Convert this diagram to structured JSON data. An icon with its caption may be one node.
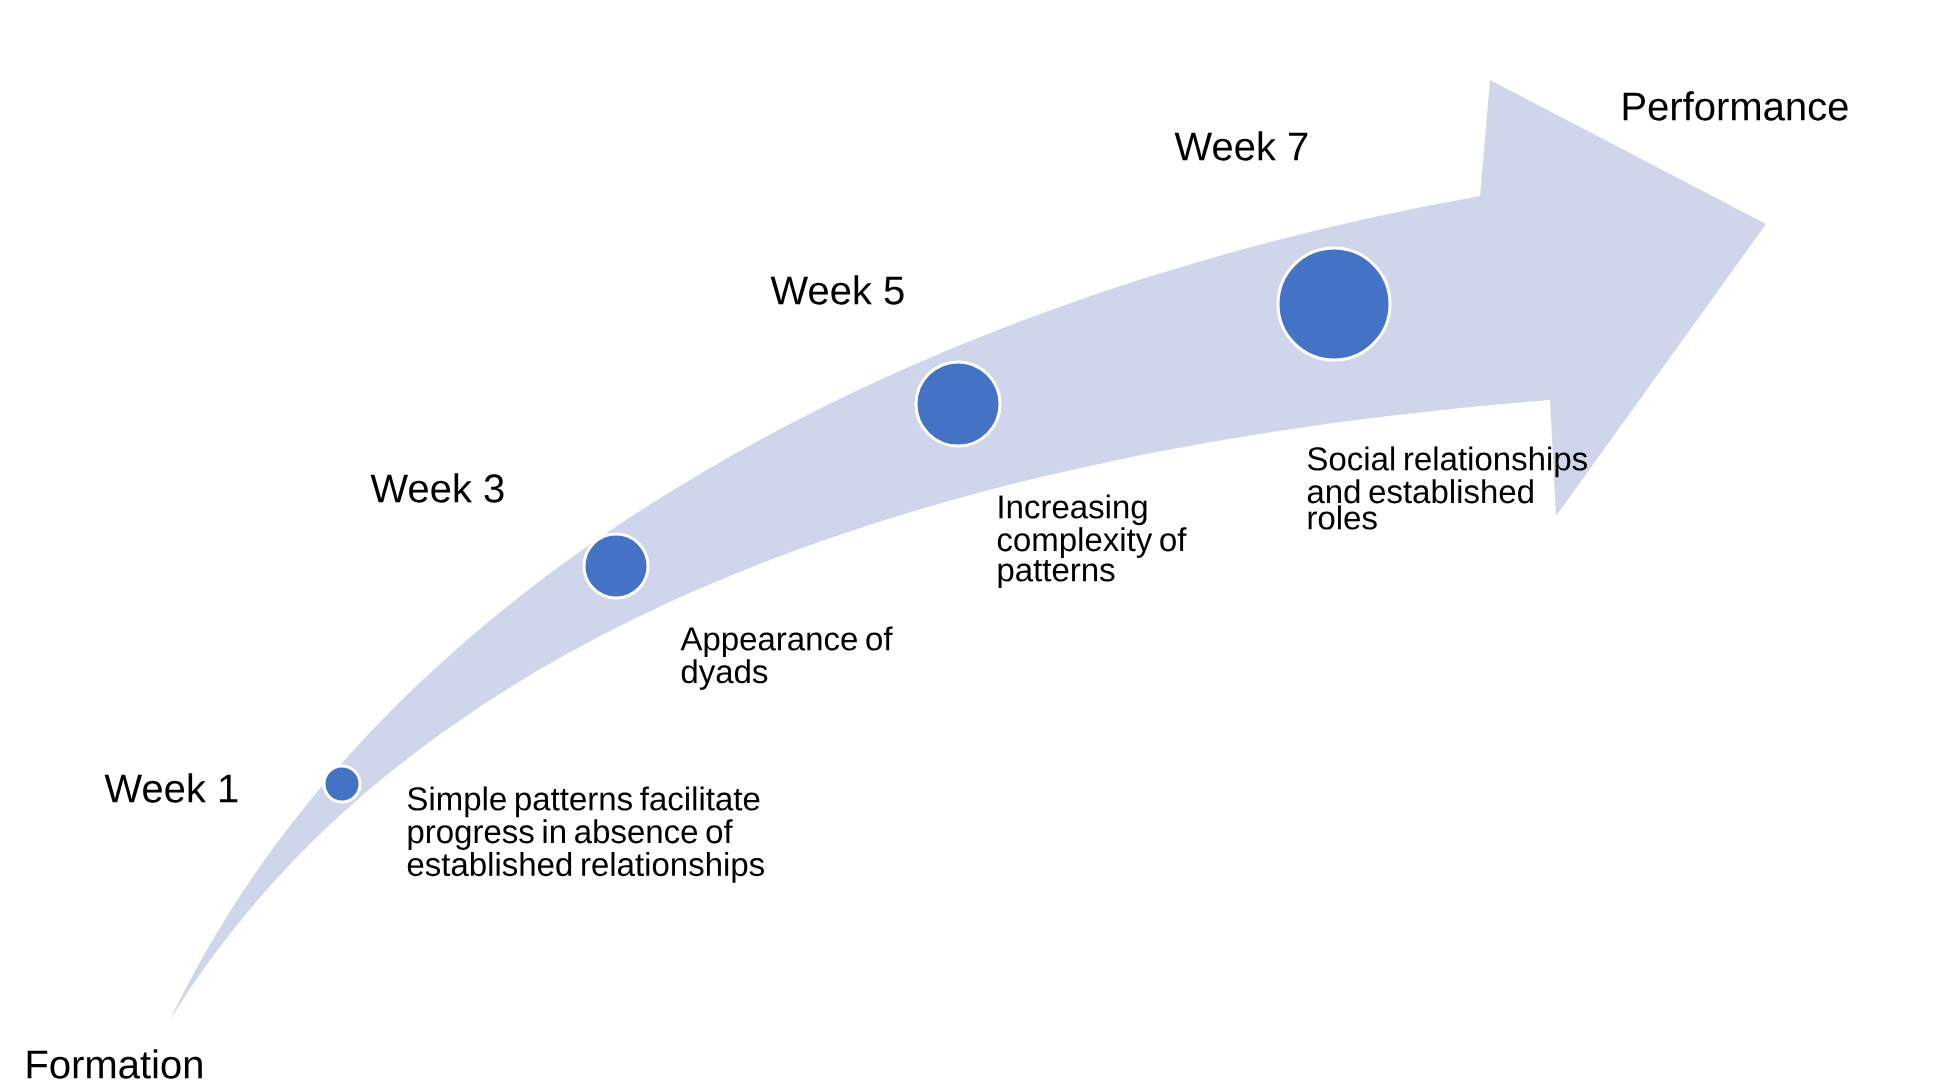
{
  "diagram": {
    "nodes": [
      {
        "text": [],
        "shape": "circle",
        "beside": [
          "Week 1",
          "Simple patterns facilitate progress in absence of established relationships"
        ]
      },
      {
        "text": [],
        "shape": "circle",
        "beside": [
          "Week 3",
          "Appearance of dyads"
        ]
      },
      {
        "text": [],
        "shape": "circle",
        "beside": [
          "Week 5",
          "Increasing complexity of patterns"
        ]
      },
      {
        "text": [],
        "shape": "circle",
        "beside": [
          "Week 7",
          "Social relationships and established roles"
        ]
      }
    ],
    "labels": [
      "Formation",
      "Performance"
    ]
  }
}
